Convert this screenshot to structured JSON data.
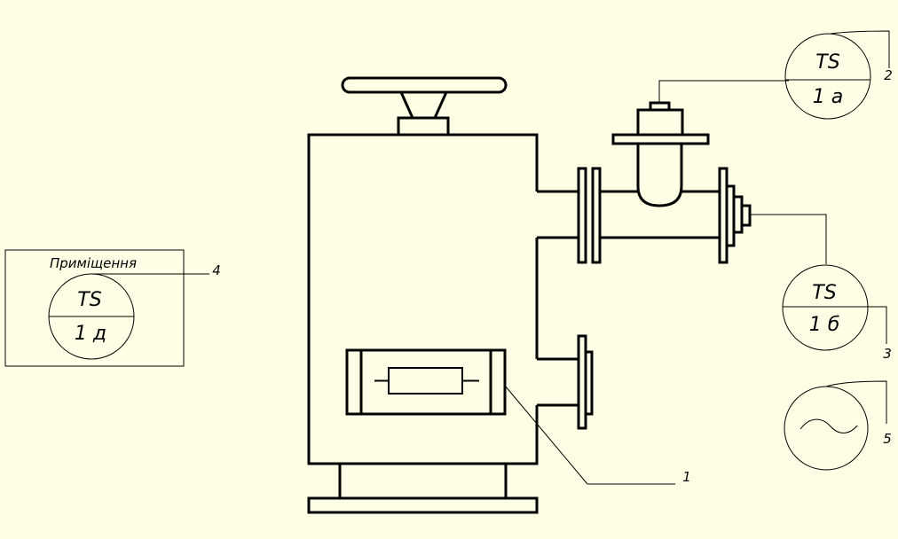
{
  "colors": {
    "background": "#FFFFE6",
    "line": "#000000"
  },
  "room": {
    "label": "Приміщення",
    "sensor_code": "TS",
    "sensor_number": "1 д",
    "callout": "4"
  },
  "sensors": [
    {
      "id": "sensor-1a",
      "code": "TS",
      "number": "1 а",
      "callout": "2"
    },
    {
      "id": "sensor-1b",
      "code": "TS",
      "number": "1 б",
      "callout": "3"
    }
  ],
  "ac_symbol": {
    "callout": "5",
    "icon": "sine-wave-icon"
  },
  "heater": {
    "callout": "1",
    "icon": "heating-element-icon"
  }
}
